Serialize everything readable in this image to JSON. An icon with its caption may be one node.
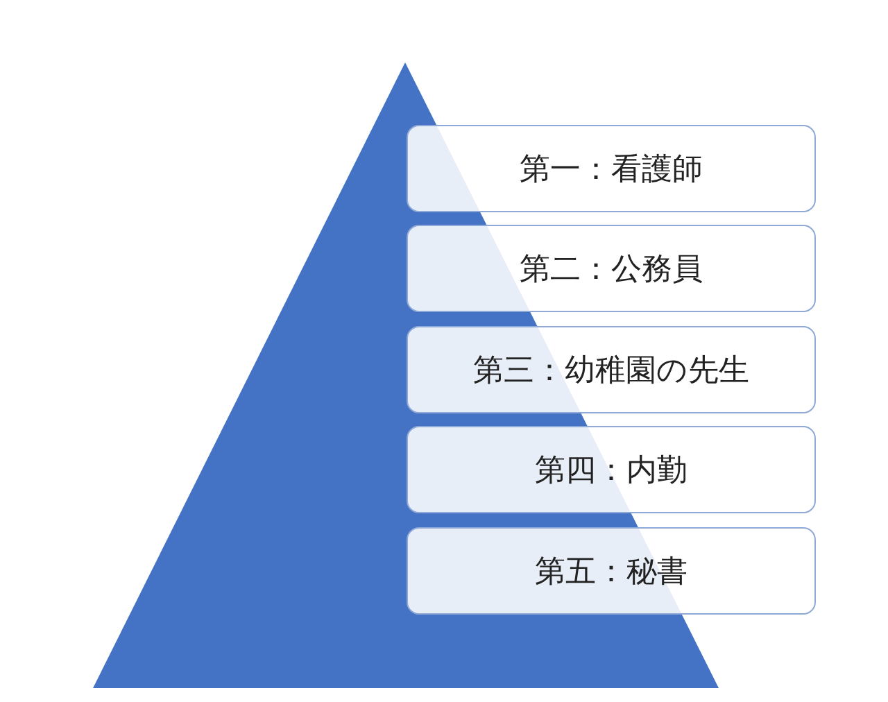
{
  "diagram": {
    "nodes": [
      {
        "text": [
          "第一：看護師"
        ]
      },
      {
        "text": [
          "第二：公務員"
        ]
      },
      {
        "text": [
          "第三：幼稚園の先生"
        ]
      },
      {
        "text": [
          "第四：内勤"
        ]
      },
      {
        "text": [
          "第五：秘書"
        ]
      }
    ]
  }
}
